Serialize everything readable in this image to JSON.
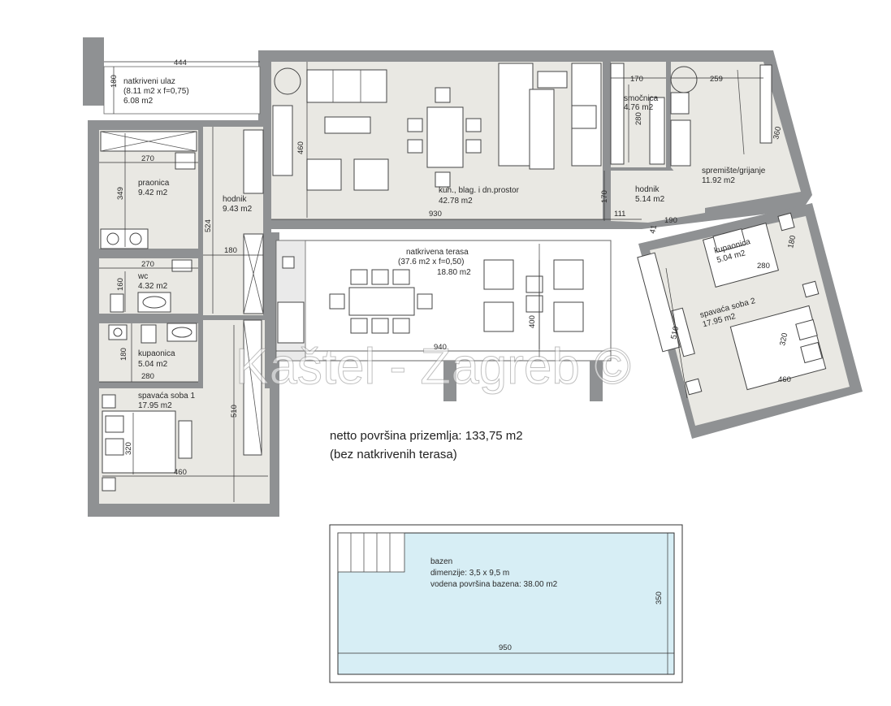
{
  "rooms": {
    "covered_entry": {
      "name": "natkriveni ulaz",
      "detail": "(8.11 m2 x f=0,75)",
      "area": "6.08 m2"
    },
    "laundry": {
      "name": "praonica",
      "area": "9.42 m2"
    },
    "hall_1": {
      "name": "hodnik",
      "area": "9.43 m2"
    },
    "wc": {
      "name": "wc",
      "area": "4.32 m2"
    },
    "bathroom_1": {
      "name": "kupaonica",
      "area": "5.04 m2"
    },
    "bedroom_1": {
      "name": "spavaća soba 1",
      "area": "17.95 m2"
    },
    "living": {
      "name": "kuh., blag. i dn.prostor",
      "area": "42.78 m2"
    },
    "pantry": {
      "name": "smočnica",
      "area": "4.76 m2"
    },
    "storage": {
      "name": "spremište/grijanje",
      "area": "11.92 m2"
    },
    "hall_2": {
      "name": "hodnik",
      "area": "5.14 m2"
    },
    "terrace": {
      "name": "natkrivena terasa",
      "detail": "(37.6 m2 x f=0,50)",
      "area": "18.80 m2"
    },
    "bathroom_2": {
      "name": "kupaonica",
      "area": "5.04 m2"
    },
    "bedroom_2": {
      "name": "spavaća soba 2",
      "area": "17.95 m2"
    }
  },
  "dimensions": {
    "entry_w": "444",
    "entry_h": "180",
    "laundry_w": "270",
    "laundry_h": "349",
    "hall1_h": "524",
    "hall1_w": "180",
    "wc_w": "270",
    "wc_h": "160",
    "bath1_h": "180",
    "bath1_w": "280",
    "bed1_h": "320",
    "bed1_w": "460",
    "bed1_closet": "510",
    "living_h": "460",
    "living_w": "930",
    "living_tail": "111",
    "pantry_w": "170",
    "pantry_h": "280",
    "hall2_h": "170",
    "storage_w": "259",
    "storage_h": "360",
    "hall2_w": "190",
    "hall2_small": "41",
    "terrace_w": "940",
    "terrace_h": "400",
    "bath2_h": "180",
    "bath2_w": "280",
    "bed2_closet": "510",
    "bed2_h": "320",
    "bed2_w": "460",
    "pool_w": "950",
    "pool_h": "350"
  },
  "summary": {
    "net_area": "netto površina prizemlja: 133,75 m2",
    "note": "(bez natkrivenih terasa)"
  },
  "pool": {
    "title": "bazen",
    "dimensions": "dimenzije: 3,5 x 9,5 m",
    "water_area": "vodena površina bazena: 38.00 m2"
  },
  "watermark": "Kaštel - Zagreb ©",
  "colors": {
    "wall": "#8f9193",
    "floor": "#e9e8e3",
    "pool_water": "#d7eef5"
  }
}
